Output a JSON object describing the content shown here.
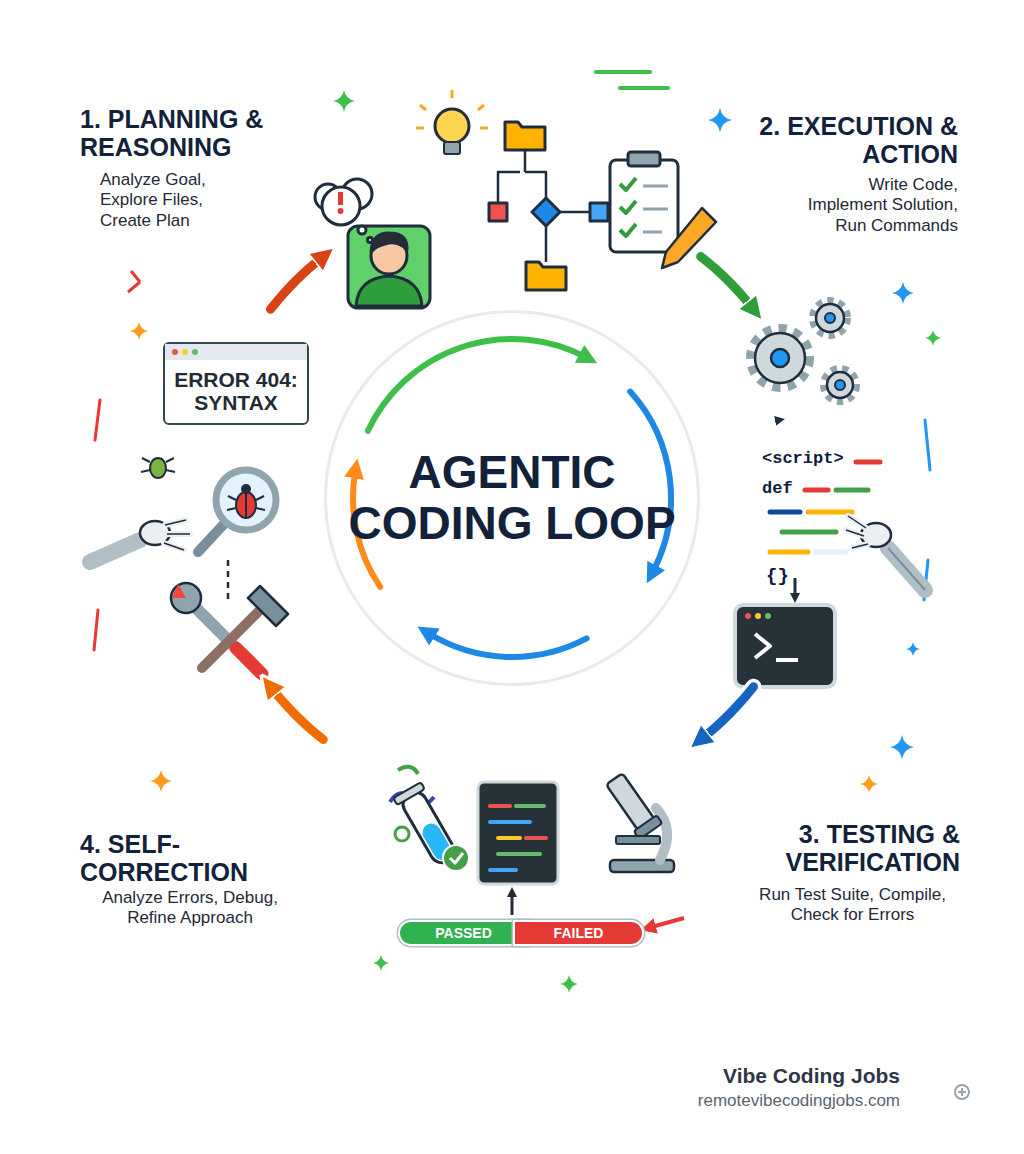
{
  "diagram": {
    "nodes": [
      {
        "text": [
          "1. PLANNING & REASONING",
          "Analyze Goal, Explore Files, Create Plan"
        ]
      },
      {
        "text": [
          "2. EXECUTION & ACTION",
          "Write Code, Implement Solution, Run Commands"
        ]
      },
      {
        "text": [
          "AGENTIC CODING LOOP"
        ]
      },
      {
        "text": [
          "3. TESTING & VERIFICATION",
          "Run Test Suite, Compile, Check for Errors"
        ]
      },
      {
        "text": [
          "PASSED"
        ],
        "in": 3
      },
      {
        "text": [
          "FAILED"
        ],
        "in": 3
      },
      {
        "text": [
          "4. SELF-CORRECTION",
          "Analyze Errors, Debug, Refine Approach"
        ]
      },
      {
        "text": [
          "ERROR 404: SYNTAX"
        ],
        "in": 6
      }
    ],
    "edges": [
      {
        "from": 0,
        "to": 1,
        "arrow": "to"
      },
      {
        "from": 1,
        "to": 3,
        "arrow": "to"
      },
      {
        "from": 3,
        "to": 6,
        "arrow": "to"
      },
      {
        "from": 6,
        "to": 0,
        "arrow": "to"
      }
    ],
    "labels": [
      "<script>",
      "def",
      "{}",
      "Vibe Coding Jobs",
      "remotevibecodingjobs.com"
    ]
  }
}
